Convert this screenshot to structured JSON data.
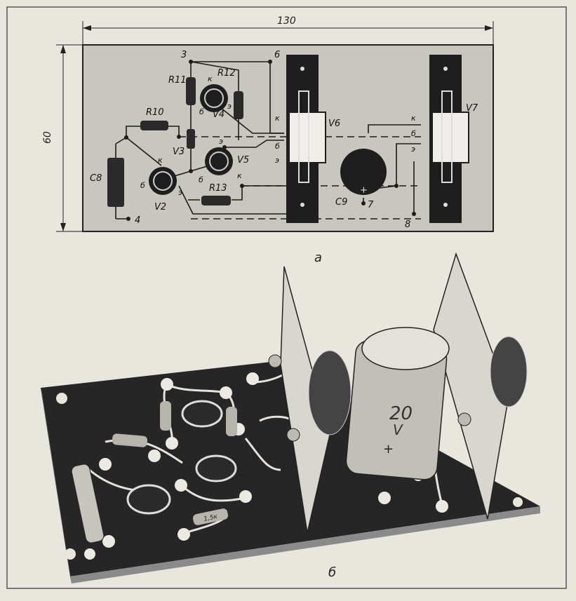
{
  "dimensions": {
    "width": "130",
    "height": "60"
  },
  "panel_labels": {
    "top": "а",
    "bottom": "б"
  },
  "components": {
    "r10": "R10",
    "r11": "R11",
    "r12": "R12",
    "r13": "R13",
    "c8": "C8",
    "c9": "C9",
    "v2": "V2",
    "v3": "V3",
    "v4": "V4",
    "v5": "V5",
    "v6": "V6",
    "v7": "V7"
  },
  "terminals": {
    "t3": "3",
    "t4": "4",
    "t6": "6",
    "t7": "7",
    "t8": "8"
  },
  "pin_letters": {
    "k": "к",
    "b": "б",
    "e": "э",
    "plus": "+"
  },
  "photo_markings": {
    "cap_value": "20",
    "cap_unit": "V",
    "cap_plus": "+",
    "res_mark": "1,5к"
  },
  "colors": {
    "paper": "#e9e6de",
    "board": "#c9c6bf",
    "ink": "#1b1b1b",
    "heatsink": "#1e1e1e"
  }
}
